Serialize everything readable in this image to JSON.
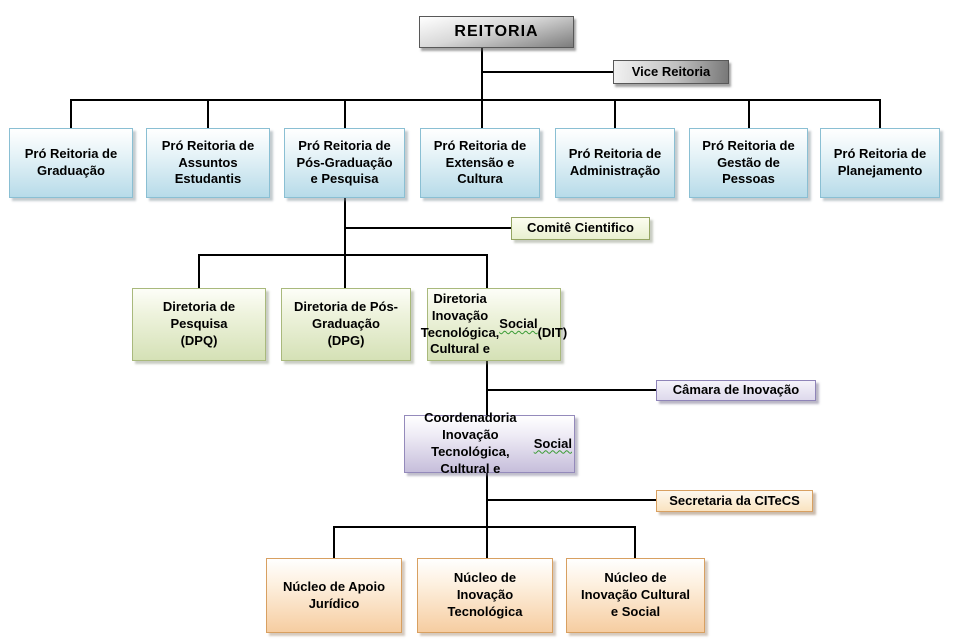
{
  "colors": {
    "box_gray": "#8c8c8c",
    "box_blue": "#b7dbe9",
    "box_green": "#d5e1b6",
    "box_purple": "#c6bedb",
    "box_orange": "#f6cda1",
    "connector_line": "#000000",
    "spellcheck_squiggle": "#3a9b35",
    "text": "#000000"
  },
  "nodes": {
    "reitoria": {
      "label": "REITORIA"
    },
    "vice_reitoria": {
      "label": "Vice Reitoria"
    },
    "pr_graduacao": {
      "lines": [
        "Pró Reitoria de",
        "Graduação"
      ]
    },
    "pr_assuntos_estudantis": {
      "lines": [
        "Pró Reitoria de",
        "Assuntos",
        "Estudantis"
      ]
    },
    "pr_pos_graduacao_pesquisa": {
      "lines": [
        "Pró Reitoria de",
        "Pós-Graduação",
        "e Pesquisa"
      ]
    },
    "pr_extensao_cultura": {
      "lines": [
        "Pró Reitoria de",
        "Extensão e",
        "Cultura"
      ]
    },
    "pr_administracao": {
      "lines": [
        "Pró Reitoria de",
        "Administração"
      ]
    },
    "pr_gestao_pessoas": {
      "lines": [
        "Pró Reitoria de",
        "Gestão de",
        "Pessoas"
      ]
    },
    "pr_planejamento": {
      "lines": [
        "Pró Reitoria de",
        "Planejamento"
      ]
    },
    "comite_cientifico": {
      "label": "Comitê Cientifico"
    },
    "diretoria_pesquisa": {
      "lines": [
        "Diretoria de",
        "Pesquisa",
        "(DPQ)"
      ]
    },
    "diretoria_pos_graduacao": {
      "lines": [
        "Diretoria de Pós-",
        "Graduação",
        "(DPG)"
      ]
    },
    "diretoria_inovacao": {
      "lines": [
        "Diretoria Inovação",
        "Tecnológica,",
        "Cultural e Social",
        "(DIT)"
      ],
      "squiggle_word": "Social"
    },
    "camara_inovacao": {
      "label": "Câmara de Inovação"
    },
    "coordenadoria_inovacao": {
      "lines": [
        "Coordenadoria",
        "Inovação Tecnológica,",
        "Cultural e Social"
      ],
      "squiggle_word": "Social"
    },
    "secretaria_citecs": {
      "label": "Secretaria da CITeCS"
    },
    "nucleo_apoio_juridico": {
      "lines": [
        "Núcleo de Apoio",
        "Jurídico"
      ]
    },
    "nucleo_inovacao_tecnologica": {
      "lines": [
        "Núcleo de",
        "Inovação",
        "Tecnológica"
      ]
    },
    "nucleo_inovacao_cultural_social": {
      "lines": [
        "Núcleo de",
        "Inovação Cultural",
        "e Social"
      ]
    }
  },
  "hierarchy": {
    "REITORIA": [
      "Vice Reitoria",
      "Pró Reitoria de Graduação",
      "Pró Reitoria de Assuntos Estudantis",
      "Pró Reitoria de Pós-Graduação e Pesquisa",
      "Pró Reitoria de Extensão e Cultura",
      "Pró Reitoria de Administração",
      "Pró Reitoria de Gestão de Pessoas",
      "Pró Reitoria de Planejamento"
    ],
    "Pró Reitoria de Pós-Graduação e Pesquisa": [
      "Comitê Cientifico",
      "Diretoria de Pesquisa (DPQ)",
      "Diretoria de Pós-Graduação (DPG)",
      "Diretoria Inovação Tecnológica, Cultural e Social (DIT)"
    ],
    "Diretoria Inovação Tecnológica, Cultural e Social (DIT)": [
      "Câmara de Inovação",
      "Coordenadoria Inovação Tecnológica, Cultural e Social"
    ],
    "Coordenadoria Inovação Tecnológica, Cultural e Social": [
      "Secretaria da CITeCS",
      "Núcleo de Apoio Jurídico",
      "Núcleo de Inovação Tecnológica",
      "Núcleo de Inovação Cultural e Social"
    ]
  }
}
